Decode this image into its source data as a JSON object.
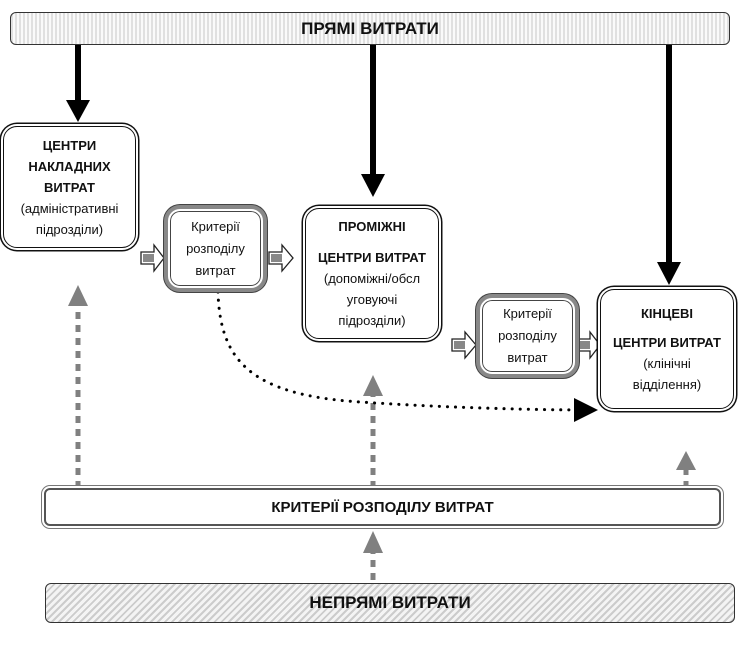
{
  "direct_costs": {
    "label": "ПРЯМІ ВИТРАТИ"
  },
  "overhead_centers": {
    "lines": [
      "ЦЕНТРИ",
      "НАКЛАДНИХ",
      "ВИТРАТ"
    ],
    "subtitle": [
      "(адміністративні",
      "підрозділи)"
    ]
  },
  "criteria_1": {
    "lines": [
      "Критерії",
      "розподілу",
      "витрат"
    ]
  },
  "intermediate_centers": {
    "title": "ПРОМІЖНІ",
    "subtitle_bold": "ЦЕНТРИ ВИТРАТ",
    "subtitle": [
      "(допоміжні/обсл",
      "уговуючі",
      "підрозділи)"
    ]
  },
  "criteria_2": {
    "lines": [
      "Критерії",
      "розподілу",
      "витрат"
    ]
  },
  "final_centers": {
    "title": "КІНЦЕВІ",
    "subtitle_bold": "ЦЕНТРИ ВИТРАТ",
    "subtitle": [
      "(клінічні",
      "відділення)"
    ]
  },
  "allocation_criteria": {
    "label": "КРИТЕРІЇ РОЗПОДІЛУ ВИТРАТ"
  },
  "indirect_costs": {
    "label": "НЕПРЯМІ ВИТРАТИ"
  },
  "colors": {
    "direct_arrow": "#000000",
    "indirect_arrow": "#808080",
    "hollow_arrow_fill": "#888888"
  }
}
